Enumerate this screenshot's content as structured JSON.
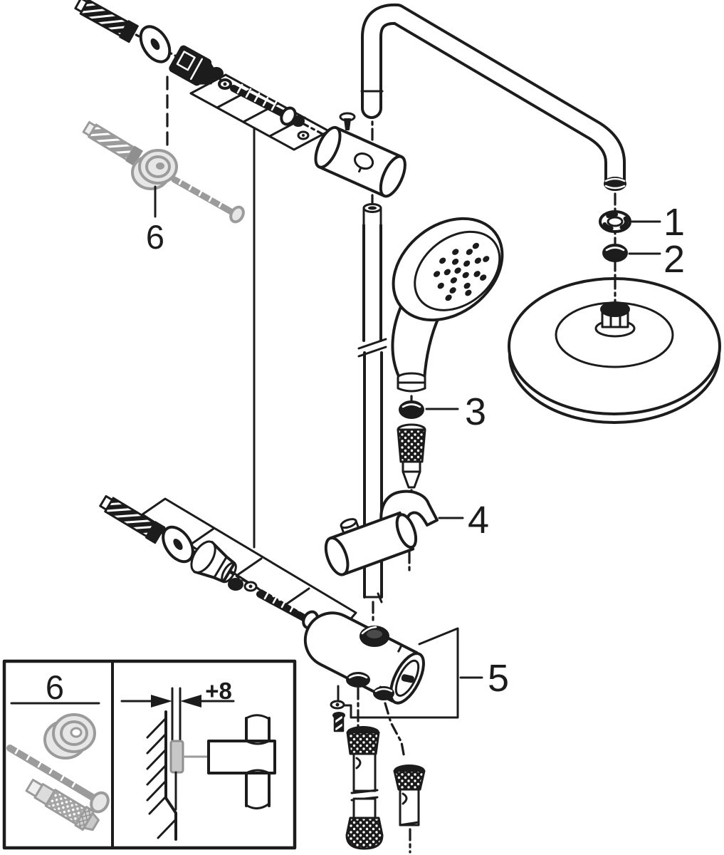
{
  "diagram": {
    "kind": "exploded-parts-diagram",
    "background_color": "#ffffff",
    "line_color": "#1c1c1c",
    "accent_grey": "#9b9b9b",
    "callouts": [
      {
        "label": "1"
      },
      {
        "label": "2"
      },
      {
        "label": "3"
      },
      {
        "label": "4"
      },
      {
        "label": "5"
      },
      {
        "label": "6"
      }
    ],
    "inset": {
      "fixing_set_label": "6",
      "wall_offset_dimension": "+8"
    }
  }
}
